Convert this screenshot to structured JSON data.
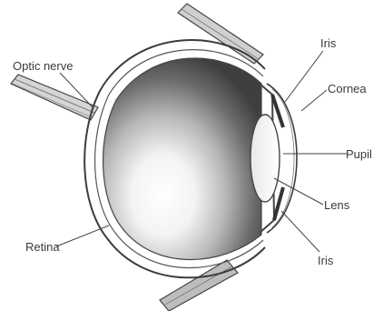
{
  "diagram": {
    "labels": {
      "optic_nerve": "Optic nerve",
      "iris_top": "Iris",
      "cornea": "Cornea",
      "pupil": "Pupil",
      "lens": "Lens",
      "retina": "Retina",
      "iris_bottom": "Iris"
    }
  }
}
